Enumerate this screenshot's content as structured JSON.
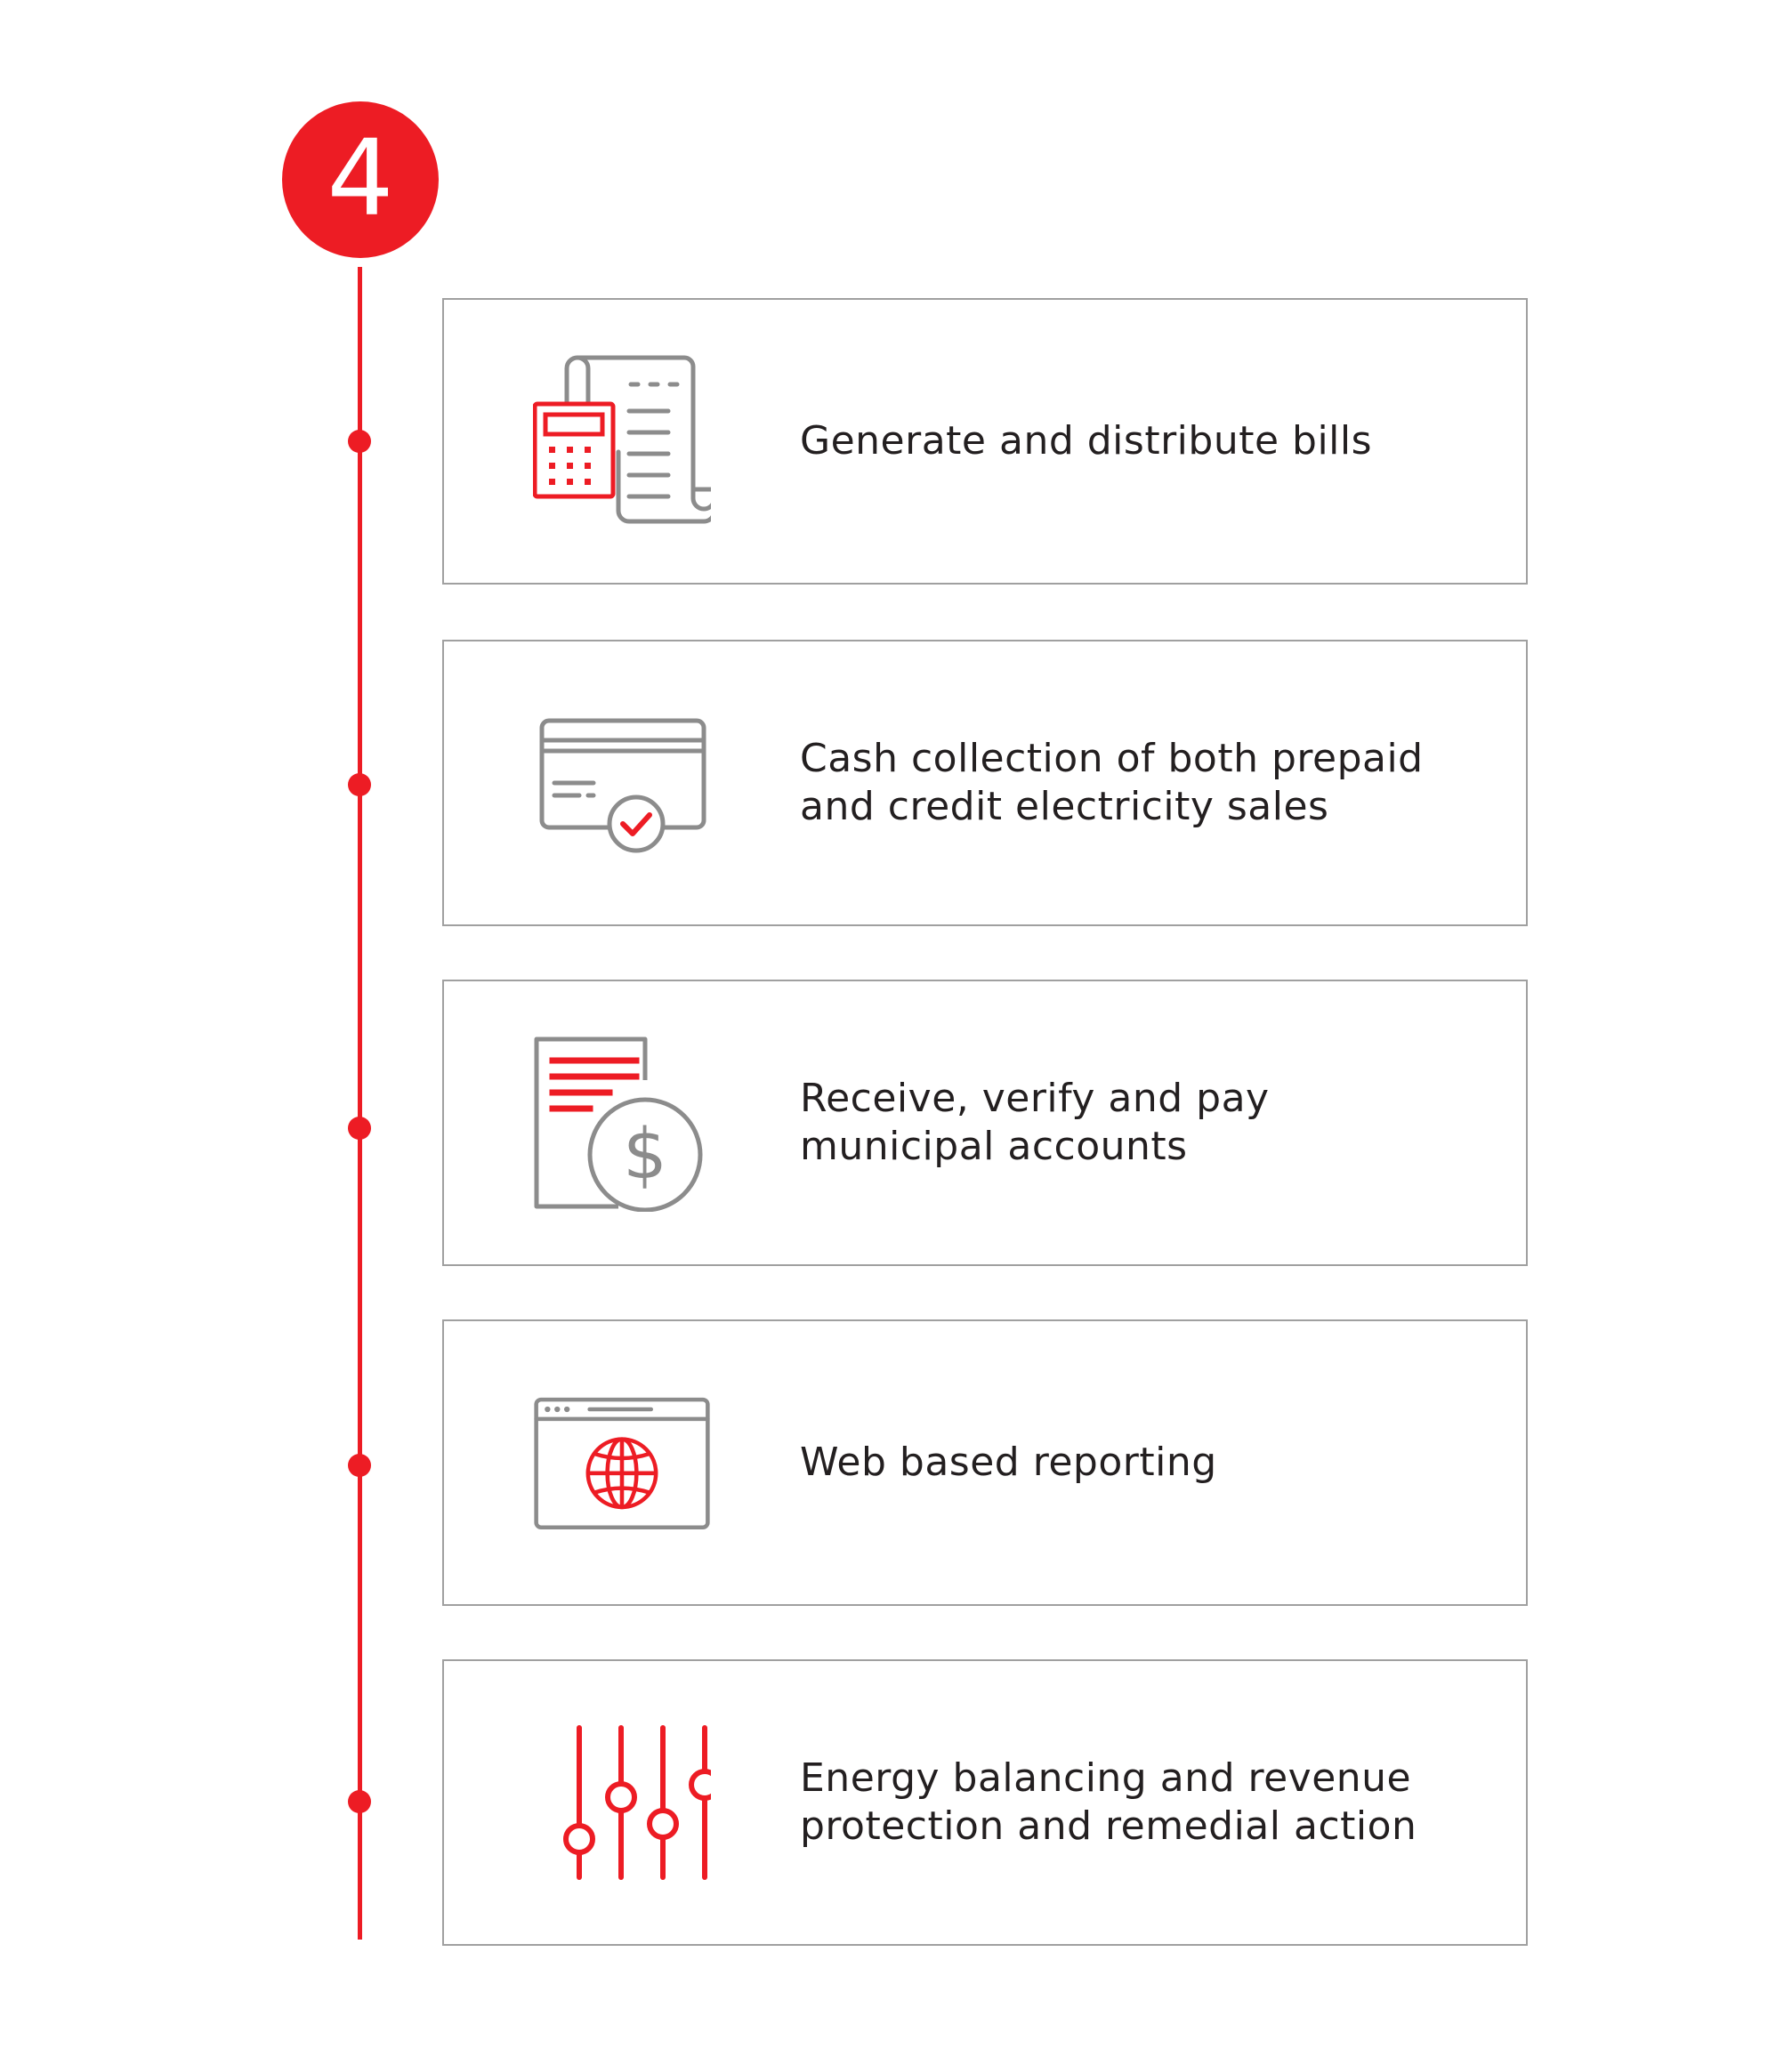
{
  "step": {
    "number": "4"
  },
  "colors": {
    "accent": "#ed1c24",
    "icon_gray": "#8c8c8c",
    "border": "#a0a0a0",
    "text": "#231f20"
  },
  "items": [
    {
      "text": "Generate and distribute bills",
      "icon": "bill-calculator-icon"
    },
    {
      "text": "Cash collection of both prepaid\nand credit electricity sales",
      "icon": "credit-card-check-icon"
    },
    {
      "text": "Receive, verify and pay\nmunicipal accounts",
      "icon": "invoice-dollar-icon"
    },
    {
      "text": "Web based reporting",
      "icon": "browser-globe-icon"
    },
    {
      "text": "Energy balancing and revenue\nprotection and remedial action",
      "icon": "sliders-icon"
    }
  ]
}
